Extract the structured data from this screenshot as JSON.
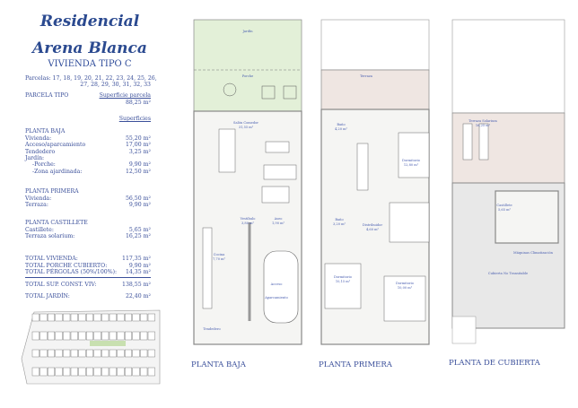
{
  "header": {
    "line1": "Residencial",
    "line2": "Arena Blanca",
    "type": "VIVIENDA TIPO C"
  },
  "parcelas": {
    "line1": "Parcelas: 17, 18, 19, 20, 21, 22, 23, 24, 25, 26,",
    "line2": "27, 28, 29, 30, 31, 32, 33"
  },
  "parcela_tipo": {
    "label": "PARCELA TIPO",
    "area_label": "Superficie parcela",
    "area": "88,25 m²"
  },
  "superficies_label": "Superficies",
  "planta_baja": {
    "title": "PLANTA BAJA",
    "rows": [
      {
        "label": "Vivienda:",
        "value": "55,20 m²"
      },
      {
        "label": "Acceso/aparcamiento",
        "value": "17,00 m²"
      },
      {
        "label": "Tendedero",
        "value": "3,25 m²"
      },
      {
        "label": "Jardín:",
        "value": ""
      },
      {
        "label": "-Porche:",
        "value": "9,90 m²"
      },
      {
        "label": "-Zona ajardinada:",
        "value": "12,50 m²"
      }
    ]
  },
  "planta_primera": {
    "title": "PLANTA PRIMERA",
    "rows": [
      {
        "label": "Vivienda:",
        "value": "56,50 m²"
      },
      {
        "label": "Terraza:",
        "value": "9,90 m²"
      }
    ]
  },
  "planta_castillete": {
    "title": "PLANTA CASTILLETE",
    "rows": [
      {
        "label": "Castillete:",
        "value": "5,65 m²"
      },
      {
        "label": "Terraza solarium:",
        "value": "16,25 m²"
      }
    ]
  },
  "totals": [
    {
      "label": "TOTAL VIVIENDA:",
      "value": "117,35 m²"
    },
    {
      "label": "TOTAL PORCHE CUBIERTO:",
      "value": "9,90 m²"
    },
    {
      "label": "TOTAL PÉRGOLAS (50%/100%):",
      "value": "14,35 m²"
    },
    {
      "label": "TOTAL SUP. CONST. VIV:",
      "value": "138,55 m²"
    },
    {
      "label": "TOTAL JARDÍN:",
      "value": "22,40 m²"
    }
  ],
  "plans": {
    "baja": {
      "title": "PLANTA BAJA",
      "rooms": {
        "jardin": "Jardín",
        "porche": "Porche",
        "salon": "Salón Comedor",
        "salon_area": "31,55 m²",
        "vestibulo": "Vestíbulo",
        "vestibulo_area": "3,80 m²",
        "aseo": "Aseo",
        "aseo_area": "1,90 m²",
        "cocina": "Cocina",
        "cocina_area": "7,70 m²",
        "acceso": "Acceso",
        "aparcamiento": "Aparcamiento",
        "tendedero": "Tendedero"
      }
    },
    "primera": {
      "title": "PLANTA PRIMERA",
      "rooms": {
        "terraza": "Terraza",
        "bano1": "Baño",
        "bano1_area": "4,20 m²",
        "dorm1": "Dormitorio",
        "dorm1_area": "12,80 m²",
        "bano2": "Baño",
        "bano2_area": "3,20 m²",
        "distribuidor": "Distribuidor",
        "distribuidor_area": "4,60 m²",
        "dorm2": "Dormitorio",
        "dorm2_area": "10,15 m²",
        "dorm3": "Dormitorio",
        "dorm3_area": "10,00 m²"
      }
    },
    "cubierta": {
      "title": "PLANTA DE CUBIERTA",
      "rooms": {
        "solarium": "Terraza Solarium",
        "solarium_area": "16,25 m²",
        "castillete": "Castillete",
        "castillete_area": "5,65 m²",
        "maquinas": "Máquinas Climatización",
        "cubierta": "Cubierta No Transitable"
      }
    }
  },
  "colors": {
    "text": "#3a4f9a",
    "garden": "#e3f0d8",
    "wall": "#9a9a9a",
    "line": "#777777"
  }
}
